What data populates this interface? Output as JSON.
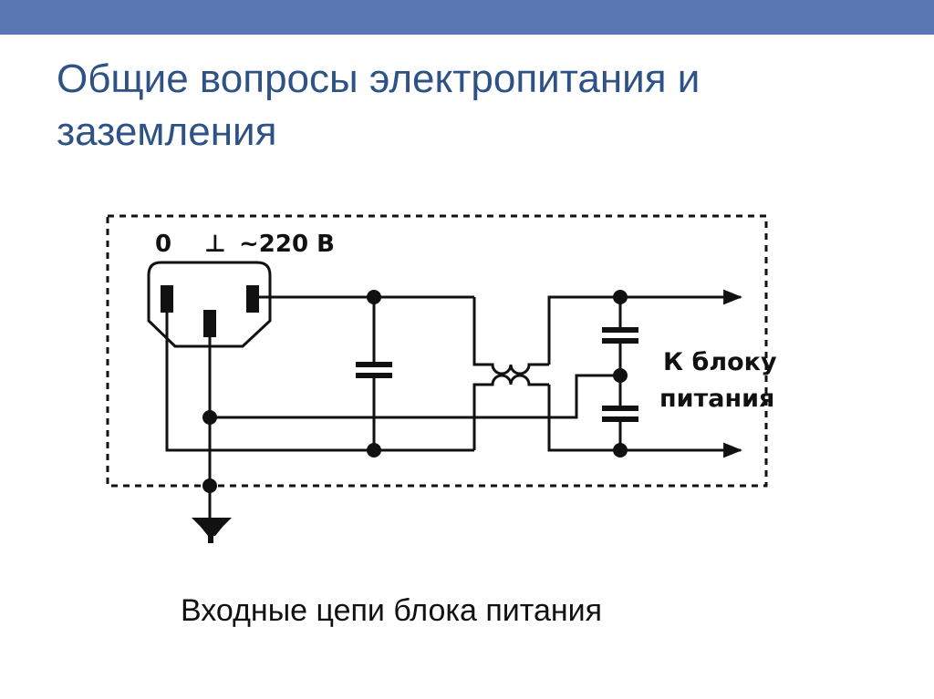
{
  "header": {
    "accent_color": "#5b77b3"
  },
  "title": {
    "line1": "Общие вопросы электропитания и",
    "line2": "заземления",
    "color": "#2e5286"
  },
  "diagram": {
    "terminal_labels": {
      "zero": "0",
      "ground": "⊥",
      "voltage": "~220 В"
    },
    "output_label": {
      "line1": "К блоку",
      "line2": "питания"
    }
  },
  "caption": "Входные цепи блока питания"
}
